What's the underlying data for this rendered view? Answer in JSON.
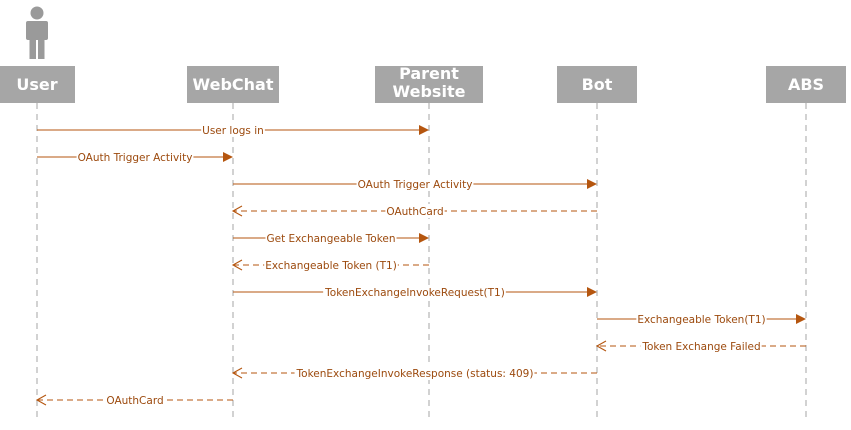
{
  "colors": {
    "participant_box": "#a6a6a6",
    "participant_text": "#ffffff",
    "lifeline": "#b3b3b3",
    "message": "#b5560f",
    "label_text": "#9c4a0e",
    "actor": "#9a9a9a"
  },
  "participants": [
    {
      "id": "user",
      "label": "User",
      "icon": "person-icon"
    },
    {
      "id": "webchat",
      "label": "WebChat"
    },
    {
      "id": "parent",
      "label": "Parent\nWebsite"
    },
    {
      "id": "bot",
      "label": "Bot"
    },
    {
      "id": "abs",
      "label": "ABS"
    }
  ],
  "messages": [
    {
      "from": "user",
      "to": "parent",
      "label": "User logs in",
      "style": "solid"
    },
    {
      "from": "user",
      "to": "webchat",
      "label": "OAuth Trigger Activity",
      "style": "solid"
    },
    {
      "from": "webchat",
      "to": "bot",
      "label": "OAuth Trigger Activity",
      "style": "solid"
    },
    {
      "from": "bot",
      "to": "webchat",
      "label": "OAuthCard",
      "style": "dashed"
    },
    {
      "from": "webchat",
      "to": "parent",
      "label": "Get Exchangeable Token",
      "style": "solid"
    },
    {
      "from": "parent",
      "to": "webchat",
      "label": "Exchangeable Token (T1)",
      "style": "dashed"
    },
    {
      "from": "webchat",
      "to": "bot",
      "label": "TokenExchangeInvokeRequest(T1)",
      "style": "solid"
    },
    {
      "from": "bot",
      "to": "abs",
      "label": "Exchangeable Token(T1)",
      "style": "solid"
    },
    {
      "from": "abs",
      "to": "bot",
      "label": "Token Exchange Failed",
      "style": "dashed"
    },
    {
      "from": "bot",
      "to": "webchat",
      "label": "TokenExchangeInvokeResponse (status: 409)",
      "style": "dashed"
    },
    {
      "from": "webchat",
      "to": "user",
      "label": "OAuthCard",
      "style": "dashed"
    }
  ]
}
